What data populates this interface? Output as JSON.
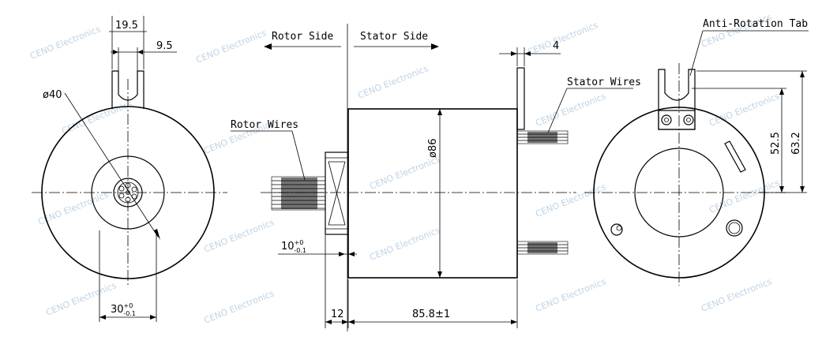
{
  "watermark": "CENO Electronics",
  "side_labels": {
    "rotor": "Rotor Side",
    "stator": "Stator Side"
  },
  "leader_labels": {
    "rotor_wires": "Rotor Wires",
    "stator_wires": "Stator Wires",
    "anti_rotation_tab": "Anti-Rotation Tab"
  },
  "dimensions": {
    "tab_width": "19.5",
    "tab_slot": "9.5",
    "bore_dia": "ø40",
    "flange_width_base": "30",
    "flange_width_tol_upper": "+0",
    "flange_width_tol_lower": "-0.1",
    "body_dia": "ø86",
    "flange_len_base": "10",
    "flange_len_tol_upper": "+0",
    "flange_len_tol_lower": "-0.1",
    "tab_thickness": "4",
    "flange_total": "12",
    "body_length": "85.8±1",
    "tab_center_height": "52.5",
    "tab_total_height": "63.2"
  }
}
